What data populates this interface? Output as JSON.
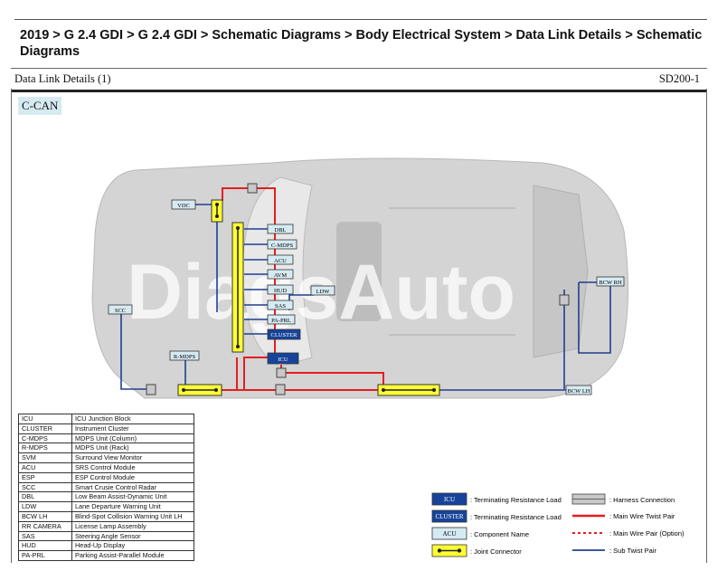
{
  "breadcrumb": "2019 > G 2.4 GDI > G 2.4 GDI > Schematic Diagrams > Body Electrical System > Data Link Details > Schematic Diagrams",
  "sheet": {
    "title": "Data Link Details (1)",
    "id": "SD200-1"
  },
  "network_label": "C-CAN",
  "watermark": "DiagsAuto",
  "components": {
    "vdc": "VDC",
    "dbl": "DBL",
    "cmdps": "C-MDPS",
    "acu": "ACU",
    "avm": "AVM",
    "hud": "HUD",
    "sas": "SAS",
    "paprl": "PA-PRL",
    "cluster": "CLUSTER",
    "ldw": "LDW",
    "scc": "SCC",
    "rmdps": "R-MDPS",
    "icu": "ICU",
    "bcwlh": "BCW LH",
    "bcwrh": "BCW RH"
  },
  "abbreviations": [
    {
      "abbr": "ICU",
      "desc": "ICU Junction Block"
    },
    {
      "abbr": "CLUSTER",
      "desc": "Instrument Cluster"
    },
    {
      "abbr": "C-MDPS",
      "desc": "MDPS Unit (Column)"
    },
    {
      "abbr": "R-MDPS",
      "desc": "MDPS Unit (Rack)"
    },
    {
      "abbr": "SVM",
      "desc": "Surround View Monitor"
    },
    {
      "abbr": "ACU",
      "desc": "SRS Control Module"
    },
    {
      "abbr": "ESP",
      "desc": "ESP Control Module"
    },
    {
      "abbr": "SCC",
      "desc": "Smart Crusie Control Radar"
    },
    {
      "abbr": "DBL",
      "desc": "Low Beam Assist-Dynamic Unit"
    },
    {
      "abbr": "LDW",
      "desc": "Lane Departure Warning Unit"
    },
    {
      "abbr": "BCW LH",
      "desc": "Blind-Spot Collision Warning Unit LH"
    },
    {
      "abbr": "RR CAMERA",
      "desc": "License Lamp Assembly"
    },
    {
      "abbr": "SAS",
      "desc": "Steering Angle Sensor"
    },
    {
      "abbr": "HUD",
      "desc": "Head-Up Display"
    },
    {
      "abbr": "PA-PRL",
      "desc": "Parking Assist-Parallel Module"
    }
  ],
  "legend": {
    "icu_box": "ICU",
    "cluster_box": "CLUSTER",
    "acu_box": "ACU",
    "terminating_1": ": Terminating Resistance Load",
    "terminating_2": ": Terminating Resistance Load",
    "component_name": ": Component Name",
    "joint_connector": ": Joint Connector",
    "harness": ": Harness Connection",
    "main_twist": ": Main Wire Twist Pair",
    "main_option": ": Main Wire Pair (Option)",
    "sub_twist": ": Sub Twist Pair"
  },
  "colors": {
    "main_wire": "#e41e1e",
    "sub_wire": "#1f3f8f",
    "joint_connector": "#ffff33",
    "terminating_fill": "#17449a",
    "component_fill": "#d6eaf2",
    "car_body": "#d4d4d4"
  }
}
